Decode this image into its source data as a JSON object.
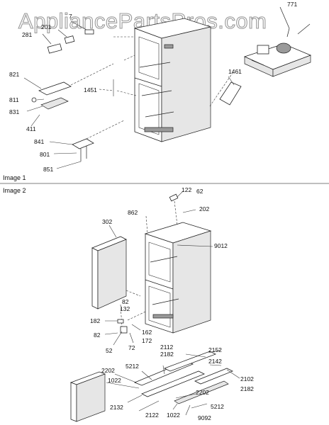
{
  "watermark": "AppliancePartsPros.com",
  "sections": {
    "image1": "Image 1",
    "image2": "Image 2"
  },
  "callouts": {
    "c771": "771",
    "c7": "7",
    "c201": "201",
    "c281": "281",
    "c821": "821",
    "c811": "811",
    "c831": "831",
    "c411": "411",
    "c1451": "1451",
    "c1461": "1461",
    "c841": "841",
    "c801": "801",
    "c851": "851",
    "c122": "122",
    "c62": "62",
    "c202": "202",
    "c862": "862",
    "c302": "302",
    "c9012": "9012",
    "c82a": "82",
    "c132": "132",
    "c182": "182",
    "c82b": "82",
    "c162": "162",
    "c172": "172",
    "c52": "52",
    "c72": "72",
    "c2112": "2112",
    "c2182a": "2182",
    "c2152": "2152",
    "c5212a": "5212",
    "c2142": "2142",
    "c2202a": "2202",
    "c1022a": "1022",
    "c2102": "2102",
    "c2182b": "2182",
    "c2202b": "2202",
    "c2132": "2132",
    "c2122": "2122",
    "c1022b": "1022",
    "c5212b": "5212",
    "c9092": "9092"
  }
}
